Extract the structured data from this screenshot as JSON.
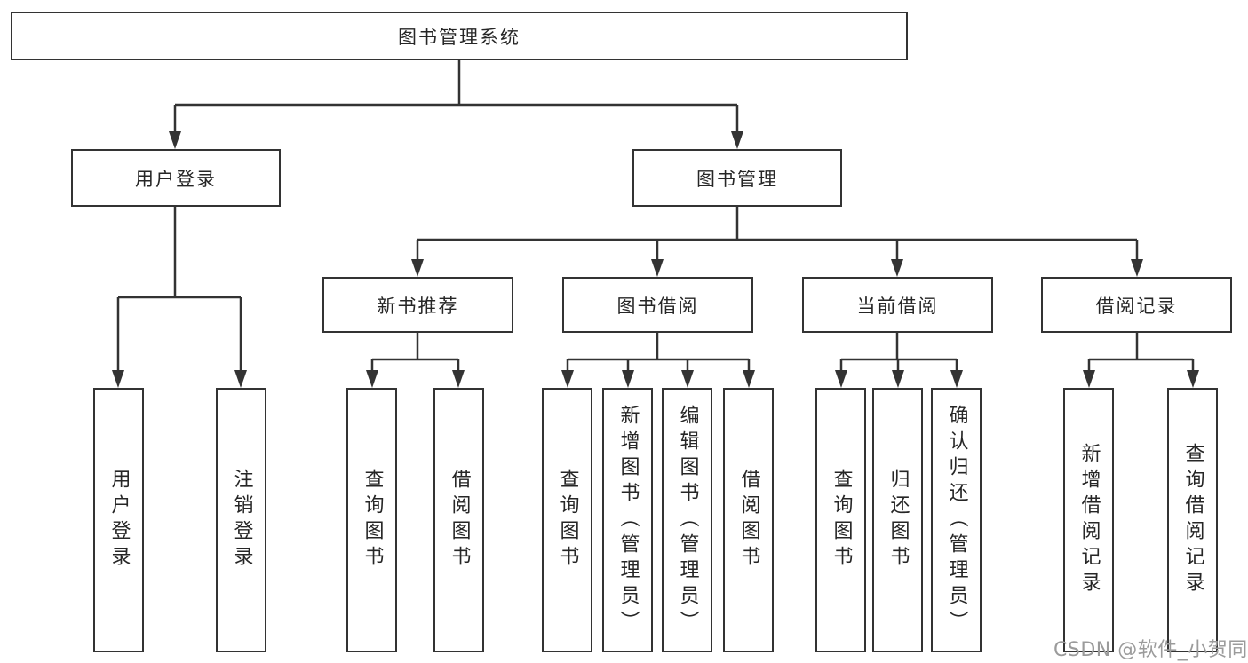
{
  "diagram": {
    "root": {
      "label": "图书管理系统"
    },
    "branches": [
      {
        "label": "用户登录",
        "children": [
          "用户登录",
          "注销登录"
        ]
      },
      {
        "label": "图书管理",
        "groups": [
          {
            "label": "新书推荐",
            "children": [
              "查询图书",
              "借阅图书"
            ]
          },
          {
            "label": "图书借阅",
            "children": [
              "查询图书",
              "新增图书（管理员）",
              "编辑图书（管理员）",
              "借阅图书"
            ]
          },
          {
            "label": "当前借阅",
            "children": [
              "查询图书",
              "归还图书",
              "确认归还（管理员）"
            ]
          },
          {
            "label": "借阅记录",
            "children": [
              "新增借阅记录",
              "查询借阅记录"
            ]
          }
        ]
      }
    ]
  },
  "watermark": "CSDN @软件_小贺同学",
  "colors": {
    "line": "#333333",
    "box_border": "#333333",
    "text": "#262626",
    "background": "#ffffff",
    "watermark_gray": "#9b9b9b"
  }
}
